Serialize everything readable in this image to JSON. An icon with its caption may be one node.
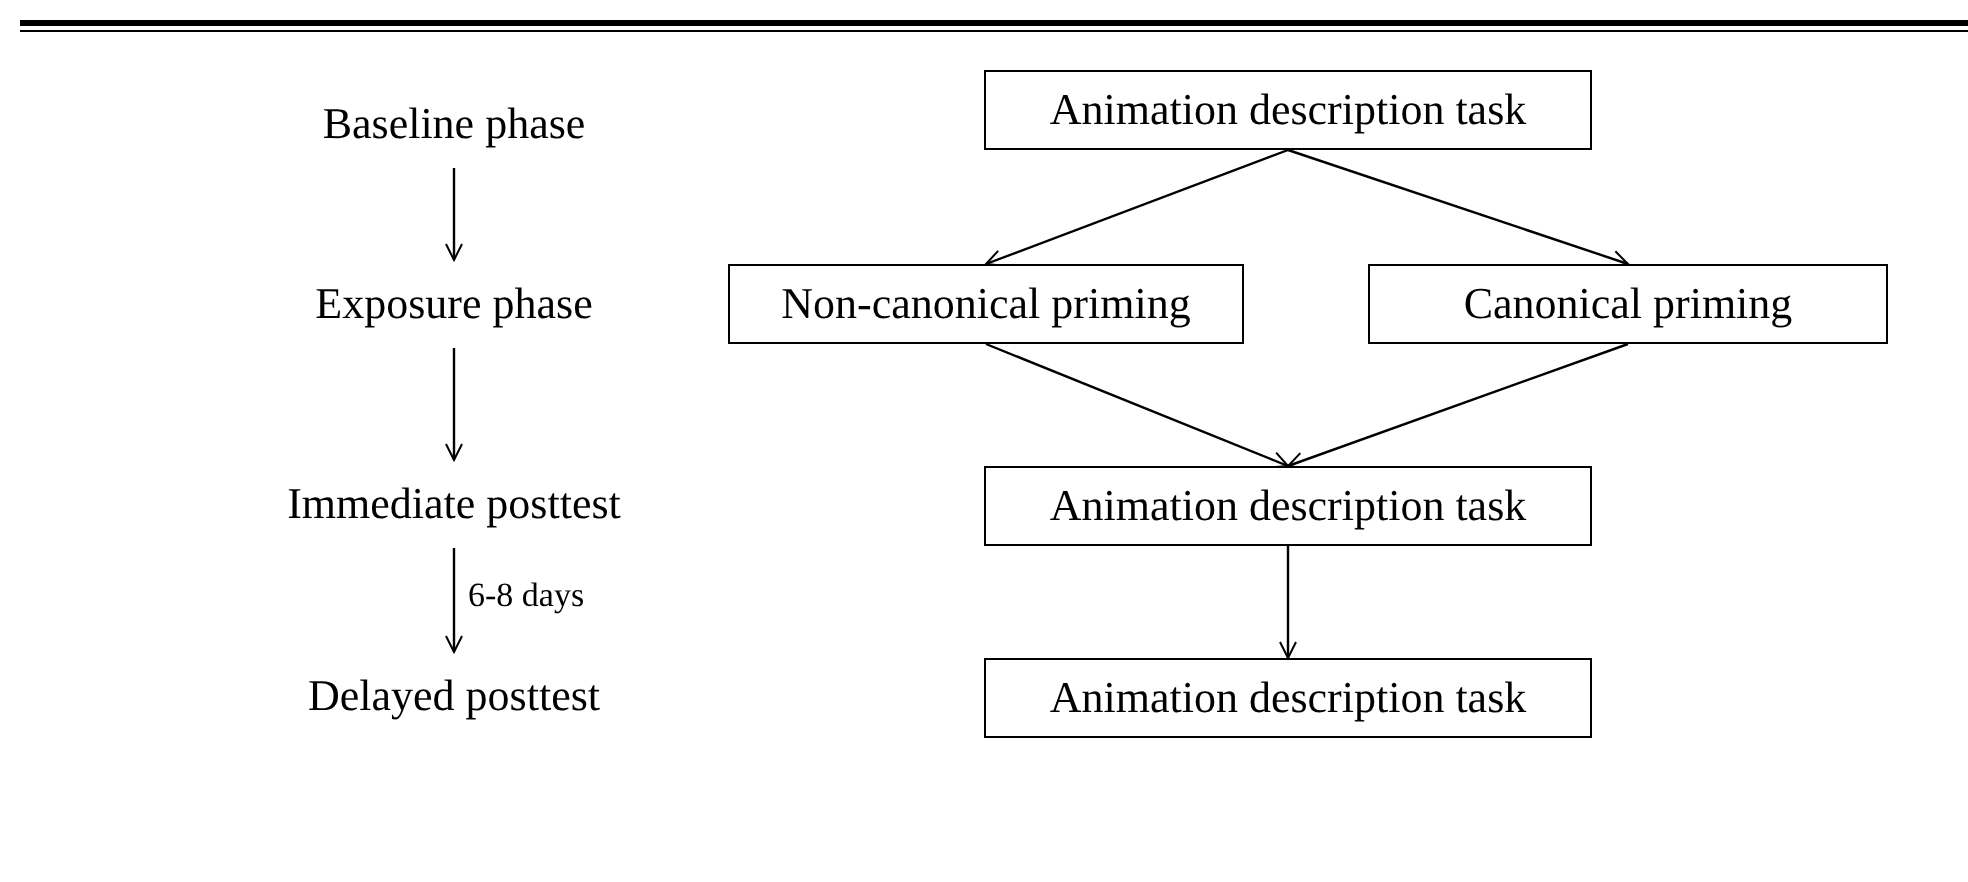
{
  "diagram": {
    "nodes": [
      {
        "text": [
          "Baseline phase"
        ]
      },
      {
        "text": [
          "Exposure phase"
        ]
      },
      {
        "text": [
          "Immediate posttest"
        ]
      },
      {
        "text": [
          "Delayed posttest"
        ]
      },
      {
        "text": [
          "Animation description task"
        ]
      },
      {
        "text": [
          "Non-canonical priming"
        ]
      },
      {
        "text": [
          "Canonical priming"
        ]
      },
      {
        "text": [
          "Animation description task"
        ]
      },
      {
        "text": [
          "Animation description task"
        ]
      }
    ],
    "edges": [
      {
        "from": 0,
        "to": 1,
        "arrow": "to"
      },
      {
        "from": 1,
        "to": 2,
        "arrow": "to"
      },
      {
        "from": 2,
        "to": 3,
        "arrow": "to",
        "label": "6-8 days"
      },
      {
        "from": 4,
        "to": 5,
        "arrow": "to"
      },
      {
        "from": 4,
        "to": 6,
        "arrow": "to"
      },
      {
        "from": 5,
        "to": 7,
        "arrow": "to"
      },
      {
        "from": 6,
        "to": 7,
        "arrow": "to"
      },
      {
        "from": 7,
        "to": 8,
        "arrow": "to"
      }
    ]
  }
}
